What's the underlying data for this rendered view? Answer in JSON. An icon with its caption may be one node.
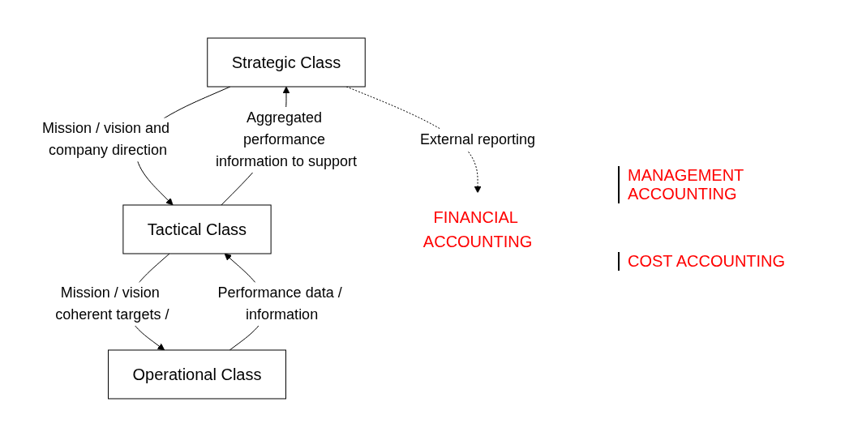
{
  "diagram": {
    "nodes": [
      {
        "text": [
          "Strategic Class"
        ]
      },
      {
        "text": [
          "Tactical Class"
        ]
      },
      {
        "text": [
          "Operational Class"
        ]
      },
      {
        "text": [
          "FINANCIAL ACCOUNTING"
        ]
      }
    ],
    "edges": [
      {
        "from": 0,
        "to": 1,
        "arrow": "to",
        "label": "Mission / vision and company direction"
      },
      {
        "from": 1,
        "to": 2,
        "arrow": "to",
        "label": "Mission / vision coherent targets /"
      },
      {
        "from": 2,
        "to": 1,
        "arrow": "to",
        "label": "Performance data / information"
      },
      {
        "from": 1,
        "to": 0,
        "arrow": "to",
        "label": "Aggregated performance information to support"
      },
      {
        "from": 0,
        "to": 3,
        "arrow": "to",
        "label": "External reporting",
        "style": "dashed"
      }
    ],
    "labels": [
      "MANAGEMENT ACCOUNTING",
      "COST ACCOUNTING"
    ]
  }
}
